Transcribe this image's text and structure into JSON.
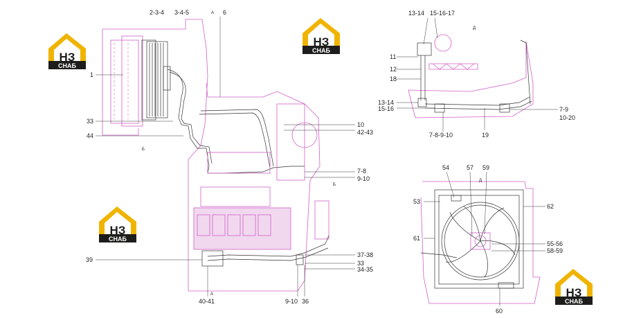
{
  "logo": {
    "letters": "НЗ",
    "brand": "СНАБ",
    "colors": {
      "yellow": "#f0b400",
      "dark": "#1d1d1b",
      "white": "#ffffff"
    }
  },
  "callouts": {
    "main": {
      "c_2_3_4": "2-3-4",
      "c_3_4_5": "3-4-5",
      "c_6": "6",
      "c_1": "1",
      "c_33a": "33",
      "c_44": "44",
      "c_10": "10",
      "c_42_43": "42-43",
      "c_7_8": "7-8",
      "c_9_10a": "9-10",
      "c_37_38": "37-38",
      "c_33b": "33",
      "c_34_35": "34-35",
      "c_39": "39",
      "c_40_41": "40-41",
      "c_9_10b": "9-10",
      "c_36": "36"
    },
    "top_right": {
      "c_13_14a": "13-14",
      "c_15_16_17": "15-16-17",
      "c_11": "11",
      "c_12": "12",
      "c_18": "18",
      "c_13_14b": "13-14",
      "c_15_16": "15-16",
      "c_7_8_9_10": "7-8-9-10",
      "c_19": "19",
      "c_7_9": "7-9",
      "c_10_20": "10-20"
    },
    "bottom_right": {
      "c_54": "54",
      "c_57": "57",
      "c_59": "59",
      "c_53": "53",
      "c_62": "62",
      "c_61": "61",
      "c_55_56": "55-56",
      "c_58_59": "58-59",
      "c_60": "60"
    }
  },
  "view_marks": {
    "a_top": "A",
    "a_bottom": "A",
    "b": "Б",
    "c": "Б",
    "d_top_right": "Д",
    "d_bottom_right": "Д"
  }
}
